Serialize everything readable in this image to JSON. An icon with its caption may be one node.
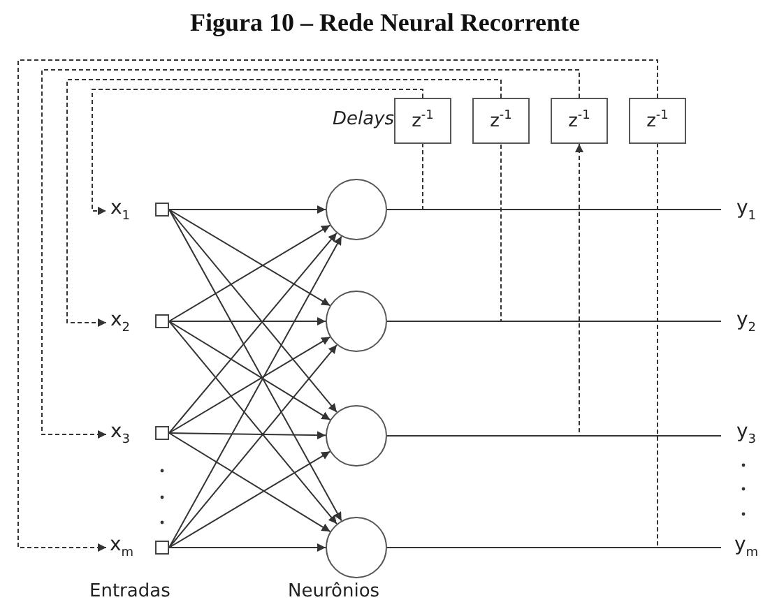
{
  "diagram": {
    "title": "Figura 10 – Rede Neural Recorrente",
    "nodes": [
      {
        "text": [
          "x$_{1}$"
        ]
      },
      {
        "text": [
          "x$_{2}$"
        ]
      },
      {
        "text": [
          "x$_{3}$"
        ]
      },
      {
        "text": [
          "x$_{m}$"
        ]
      },
      {
        "text": [],
        "shape": "box"
      },
      {
        "text": [],
        "shape": "box"
      },
      {
        "text": [],
        "shape": "box"
      },
      {
        "text": [],
        "shape": "box"
      },
      {
        "text": [],
        "shape": "circle"
      },
      {
        "text": [],
        "shape": "circle"
      },
      {
        "text": [],
        "shape": "circle"
      },
      {
        "text": [],
        "shape": "circle"
      },
      {
        "text": [
          "z$^{-1}$"
        ]
      },
      {
        "text": [
          "z$^{-1}$"
        ]
      },
      {
        "text": [
          "z$^{-1}$"
        ]
      },
      {
        "text": [
          "z$^{-1}$"
        ]
      },
      {
        "text": [
          "y$_{1}$"
        ]
      },
      {
        "text": [
          "y$_{2}$"
        ]
      },
      {
        "text": [
          "y$_{3}$"
        ]
      },
      {
        "text": [
          "y$_{m}$"
        ]
      }
    ],
    "edges": [
      {
        "from": 4,
        "to": 8,
        "arrow": "to"
      },
      {
        "from": 4,
        "to": 9,
        "arrow": "to"
      },
      {
        "from": 4,
        "to": 10,
        "arrow": "to"
      },
      {
        "from": 4,
        "to": 11,
        "arrow": "to"
      },
      {
        "from": 5,
        "to": 8,
        "arrow": "to"
      },
      {
        "from": 5,
        "to": 9,
        "arrow": "to"
      },
      {
        "from": 5,
        "to": 10,
        "arrow": "to"
      },
      {
        "from": 5,
        "to": 11,
        "arrow": "to"
      },
      {
        "from": 6,
        "to": 8,
        "arrow": "to"
      },
      {
        "from": 6,
        "to": 9,
        "arrow": "to"
      },
      {
        "from": 6,
        "to": 10,
        "arrow": "to"
      },
      {
        "from": 6,
        "to": 11,
        "arrow": "to"
      },
      {
        "from": 7,
        "to": 8,
        "arrow": "to"
      },
      {
        "from": 7,
        "to": 9,
        "arrow": "to"
      },
      {
        "from": 7,
        "to": 10,
        "arrow": "to"
      },
      {
        "from": 7,
        "to": 11,
        "arrow": "to"
      },
      {
        "from": 8,
        "to": 16,
        "arrow": "none"
      },
      {
        "from": 9,
        "to": 17,
        "arrow": "none"
      },
      {
        "from": 10,
        "to": 18,
        "arrow": "none"
      },
      {
        "from": 11,
        "to": 19,
        "arrow": "none"
      },
      {
        "from": 8,
        "to": 12,
        "arrow": "none",
        "style": "dashed"
      },
      {
        "from": 9,
        "to": 13,
        "arrow": "none",
        "style": "dashed"
      },
      {
        "from": 10,
        "to": 14,
        "arrow": "to",
        "style": "dashed"
      },
      {
        "from": 11,
        "to": 15,
        "arrow": "none",
        "style": "dashed"
      },
      {
        "from": 12,
        "to": 0,
        "arrow": "to",
        "style": "dashed"
      },
      {
        "from": 13,
        "to": 1,
        "arrow": "to",
        "style": "dashed"
      },
      {
        "from": 14,
        "to": 2,
        "arrow": "to",
        "style": "dashed"
      },
      {
        "from": 15,
        "to": 3,
        "arrow": "to",
        "style": "dashed"
      }
    ],
    "labels": [
      "Delays",
      "Entradas",
      "Neurônios"
    ]
  }
}
